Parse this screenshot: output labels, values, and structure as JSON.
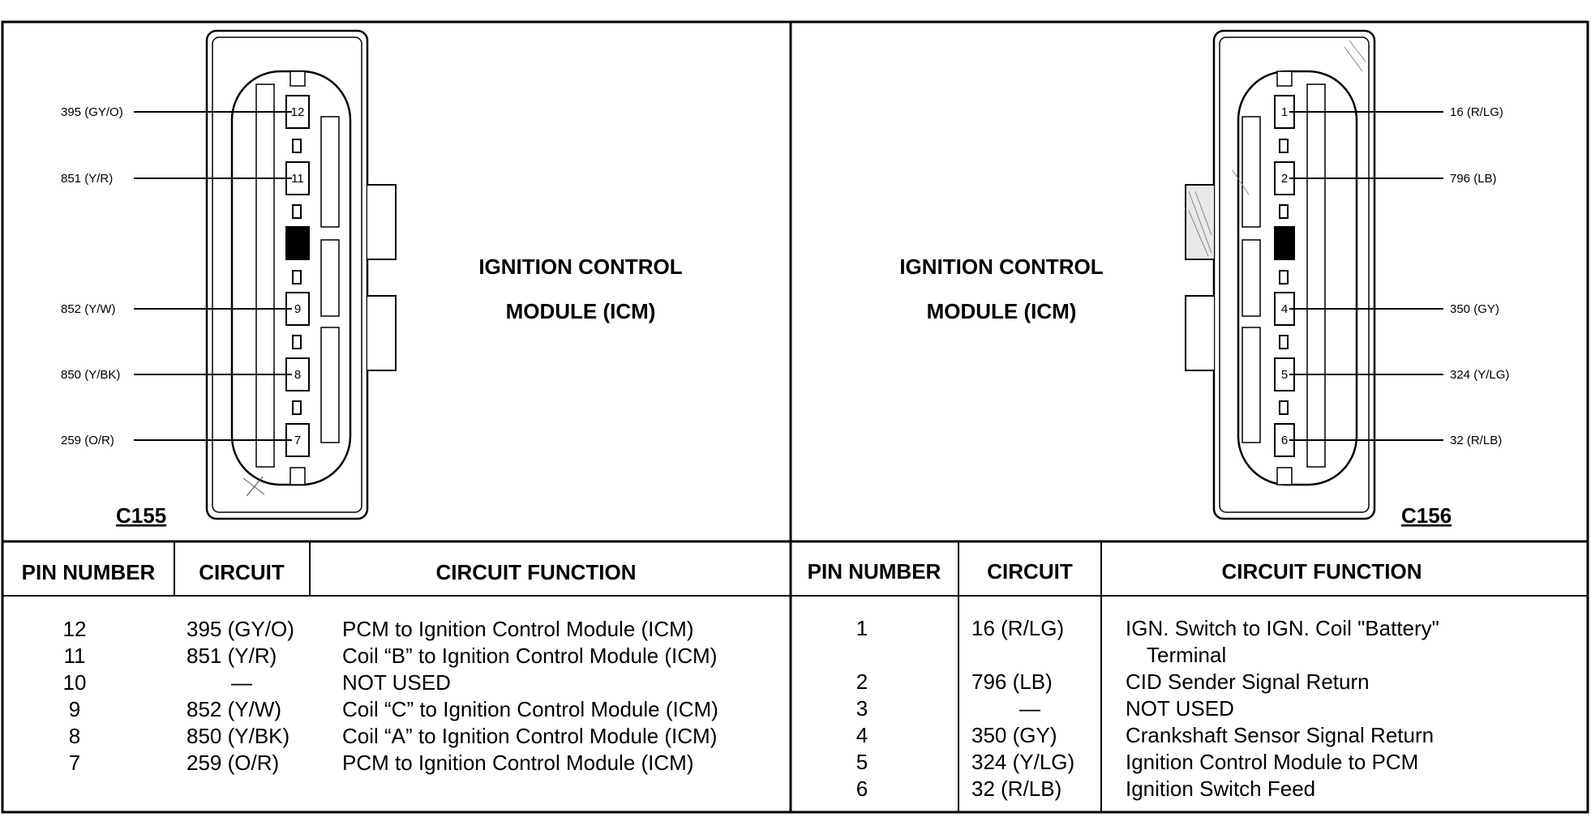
{
  "left": {
    "title_line1": "IGNITION CONTROL",
    "title_line2": "MODULE (ICM)",
    "connector_id": "C155",
    "wires": [
      {
        "pin": "12",
        "label": "395 (GY/O)",
        "unused": false
      },
      {
        "pin": "11",
        "label": "851 (Y/R)",
        "unused": false
      },
      {
        "pin": "10",
        "label": "",
        "unused": true
      },
      {
        "pin": "9",
        "label": "852 (Y/W)",
        "unused": false
      },
      {
        "pin": "8",
        "label": "850 (Y/BK)",
        "unused": false
      },
      {
        "pin": "7",
        "label": "259 (O/R)",
        "unused": false
      }
    ],
    "table": {
      "headers": [
        "PIN NUMBER",
        "CIRCUIT",
        "CIRCUIT FUNCTION"
      ],
      "rows": [
        {
          "pin": "12",
          "circuit": "395 (GY/O)",
          "function": "PCM to Ignition Control Module (ICM)"
        },
        {
          "pin": "11",
          "circuit": "851 (Y/R)",
          "function": "Coil “B” to Ignition Control Module (ICM)"
        },
        {
          "pin": "10",
          "circuit": "—",
          "function": "NOT USED"
        },
        {
          "pin": "9",
          "circuit": "852 (Y/W)",
          "function": "Coil “C” to Ignition Control Module (ICM)"
        },
        {
          "pin": "8",
          "circuit": "850 (Y/BK)",
          "function": "Coil “A” to Ignition Control Module (ICM)"
        },
        {
          "pin": "7",
          "circuit": "259 (O/R)",
          "function": "PCM to Ignition Control Module (ICM)"
        }
      ]
    }
  },
  "right": {
    "title_line1": "IGNITION CONTROL",
    "title_line2": "MODULE (ICM)",
    "connector_id": "C156",
    "wires": [
      {
        "pin": "1",
        "label": "16 (R/LG)",
        "unused": false
      },
      {
        "pin": "2",
        "label": "796 (LB)",
        "unused": false
      },
      {
        "pin": "3",
        "label": "",
        "unused": true
      },
      {
        "pin": "4",
        "label": "350 (GY)",
        "unused": false
      },
      {
        "pin": "5",
        "label": "324 (Y/LG)",
        "unused": false
      },
      {
        "pin": "6",
        "label": "32 (R/LB)",
        "unused": false
      }
    ],
    "table": {
      "headers": [
        "PIN NUMBER",
        "CIRCUIT",
        "CIRCUIT FUNCTION"
      ],
      "rows": [
        {
          "pin": "1",
          "circuit": "16 (R/LG)",
          "function": "IGN. Switch to IGN. Coil \"Battery\"",
          "function_cont": "Terminal"
        },
        {
          "pin": "2",
          "circuit": "796 (LB)",
          "function": "CID Sender Signal Return"
        },
        {
          "pin": "3",
          "circuit": "—",
          "function": "NOT USED"
        },
        {
          "pin": "4",
          "circuit": "350 (GY)",
          "function": "Crankshaft Sensor Signal Return"
        },
        {
          "pin": "5",
          "circuit": "324 (Y/LG)",
          "function": "Ignition Control Module to PCM"
        },
        {
          "pin": "6",
          "circuit": "32 (R/LB)",
          "function": "Ignition Switch Feed"
        }
      ]
    }
  }
}
